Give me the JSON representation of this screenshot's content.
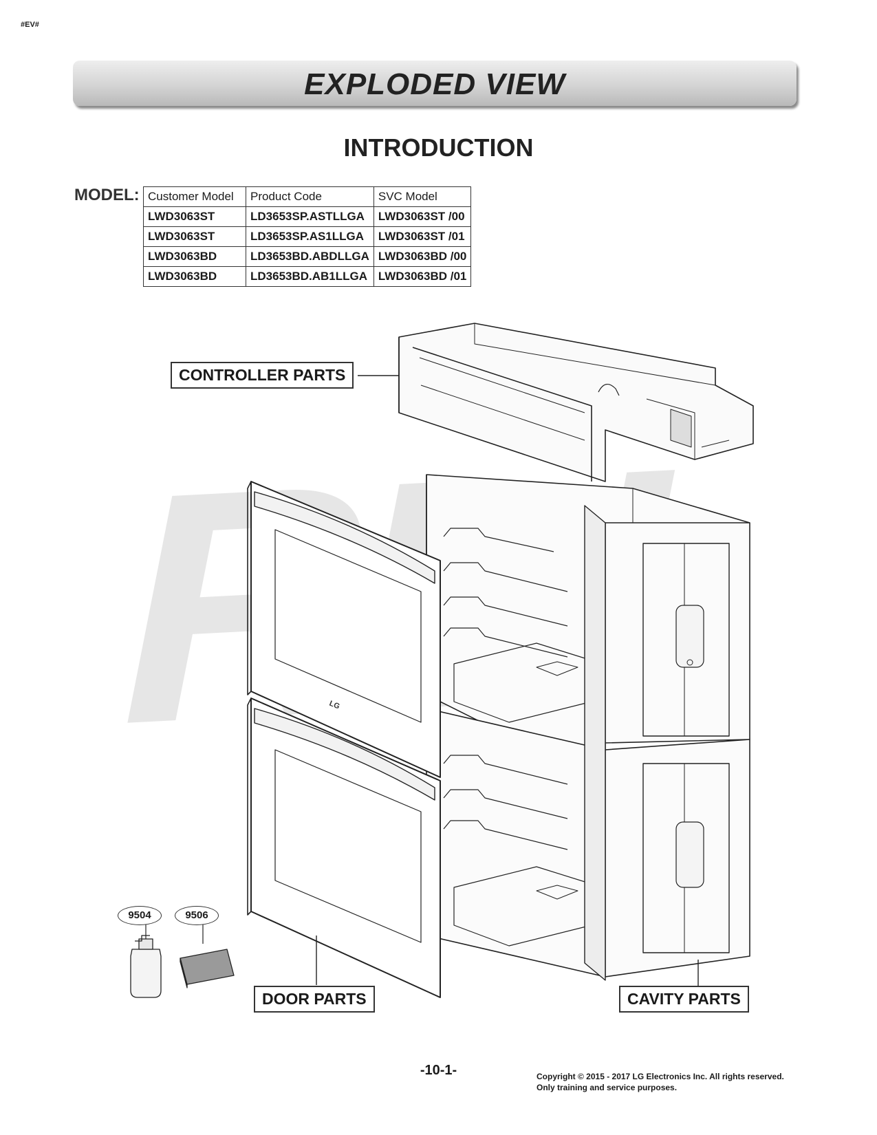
{
  "header": {
    "tag": "#EV#",
    "title": "EXPLODED VIEW",
    "subtitle": "INTRODUCTION"
  },
  "model_table": {
    "label": "MODEL:",
    "columns": [
      "Customer Model",
      "Product Code",
      "SVC Model"
    ],
    "rows": [
      [
        "LWD3063ST",
        "LD3653SP.ASTLLGA",
        "LWD3063ST /00"
      ],
      [
        "LWD3063ST",
        "LD3653SP.AS1LLGA",
        "LWD3063ST /01"
      ],
      [
        "LWD3063BD",
        "LD3653BD.ABDLLGA",
        "LWD3063BD /00"
      ],
      [
        "LWD3063BD",
        "LD3653BD.AB1LLGA",
        "LWD3063BD /01"
      ]
    ]
  },
  "diagram": {
    "watermark": "RDI",
    "labels": {
      "controller": "CONTROLLER PARTS",
      "door": "DOOR PARTS",
      "cavity": "CAVITY PARTS"
    },
    "callouts": [
      "9504",
      "9506"
    ],
    "door_logo": "LG"
  },
  "footer": {
    "page_number": "-10-1-",
    "copyright_line1": "Copyright © 2015 - 2017 LG Electronics Inc. All rights reserved.",
    "copyright_line2": "Only training and service purposes."
  }
}
